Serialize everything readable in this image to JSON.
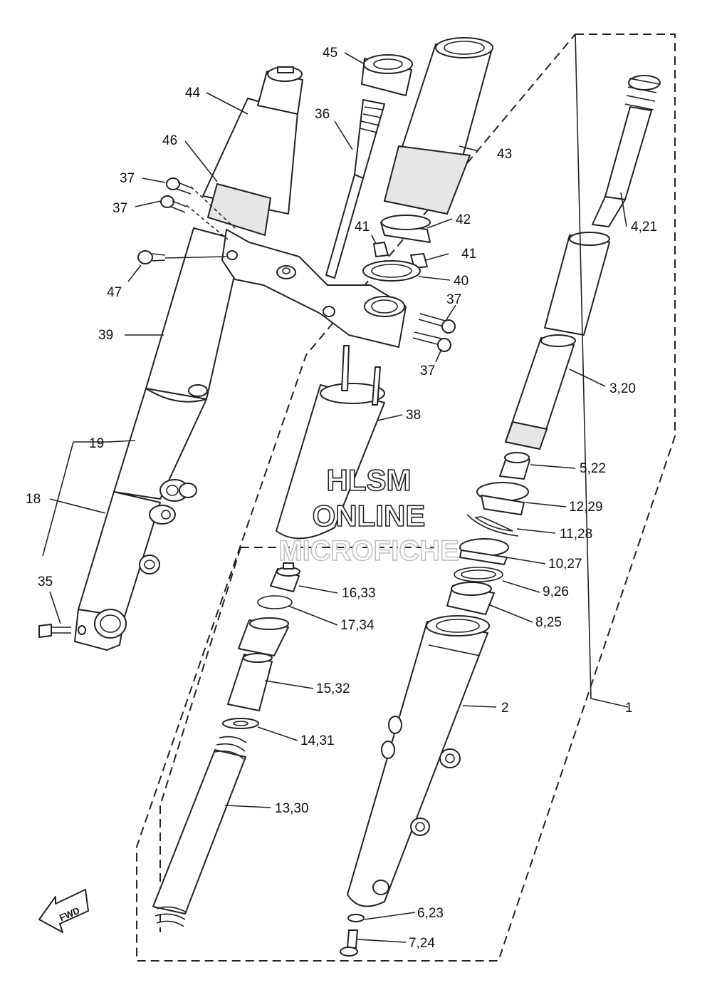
{
  "watermark": {
    "line1": "HLSM",
    "line2": "ONLINE",
    "line3": "MICROFICHE"
  },
  "fwd_label": "FWD",
  "callouts": {
    "c1": "1",
    "c2": "2",
    "c3_20": "3,20",
    "c4_21": "4,21",
    "c5_22": "5,22",
    "c6_23": "6,23",
    "c7_24": "7,24",
    "c8_25": "8,25",
    "c9_26": "9,26",
    "c10_27": "10,27",
    "c11_28": "11,28",
    "c12_29": "12,29",
    "c13_30": "13,30",
    "c14_31": "14,31",
    "c15_32": "15,32",
    "c16_33": "16,33",
    "c17_34": "17,34",
    "c18": "18",
    "c19": "19",
    "c35": "35",
    "c36": "36",
    "c37a": "37",
    "c37b": "37",
    "c37c": "37",
    "c37d": "37",
    "c38": "38",
    "c39": "39",
    "c40": "40",
    "c41a": "41",
    "c41b": "41",
    "c42": "42",
    "c43": "43",
    "c44": "44",
    "c45": "45",
    "c46": "46",
    "c47": "47"
  }
}
